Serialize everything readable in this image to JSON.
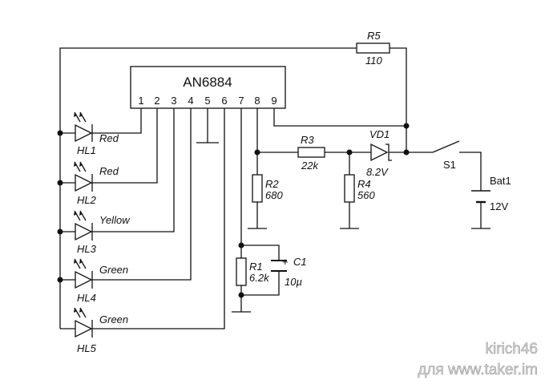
{
  "ic": {
    "name": "AN6884",
    "pins": [
      "1",
      "2",
      "3",
      "4",
      "5",
      "6",
      "7",
      "8",
      "9"
    ]
  },
  "leds": [
    {
      "ref": "HL1",
      "color": "Red"
    },
    {
      "ref": "HL2",
      "color": "Red"
    },
    {
      "ref": "HL3",
      "color": "Yellow"
    },
    {
      "ref": "HL4",
      "color": "Green"
    },
    {
      "ref": "HL5",
      "color": "Green"
    }
  ],
  "resistors": {
    "r1": {
      "ref": "R1",
      "value": "6.2k"
    },
    "r2": {
      "ref": "R2",
      "value": "680"
    },
    "r3": {
      "ref": "R3",
      "value": "22k"
    },
    "r4": {
      "ref": "R4",
      "value": "560"
    },
    "r5": {
      "ref": "R5",
      "value": "110"
    }
  },
  "capacitor": {
    "ref": "C1",
    "value": "10µ",
    "polarity": "+"
  },
  "zener": {
    "ref": "VD1",
    "value": "8.2V"
  },
  "switch": {
    "ref": "S1"
  },
  "battery": {
    "ref": "Bat1",
    "value": "12V"
  },
  "watermark": {
    "line1": "kirich46",
    "line2": "для www.taker.im"
  }
}
